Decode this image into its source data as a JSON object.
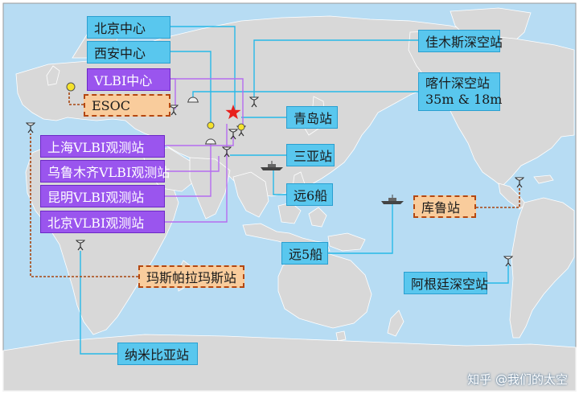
{
  "colors": {
    "ocean": "#b7dcf3",
    "land": "#d8d8d8",
    "cyan_box": "#59c7ee",
    "purple_box": "#9a55ee",
    "orange_box": "#f9cc9c",
    "cyan_line": "#27b9e8",
    "purple_line": "#b56cf0",
    "orange_line": "#a8450f"
  },
  "labels": {
    "beijing_center": "北京中心",
    "xian_center": "西安中心",
    "vlbi_center": "VLBI中心",
    "esoc": "ESOC",
    "shanghai_vlbi": "上海VLBI观测站",
    "urumqi_vlbi": "乌鲁木齐VLBI观测站",
    "kunming_vlbi": "昆明VLBI观测站",
    "beijing_vlbi": "北京VLBI观测站",
    "maspalomas": "玛斯帕拉玛斯站",
    "namibia": "纳米比亚站",
    "jiamusi": "佳木斯深空站",
    "kashi_line1": "喀什深空站",
    "kashi_line2": "35m & 18m",
    "qingdao": "青岛站",
    "sanya": "三亚站",
    "yuan6": "远6船",
    "yuan5": "远5船",
    "kourou": "库鲁站",
    "argentina": "阿根廷深空站"
  },
  "icons": {
    "antenna": "antenna-icon",
    "dome": "radome-icon",
    "ship": "ship-icon",
    "star": "star-icon",
    "center_dot": "yellow-dot-icon"
  },
  "watermark": "知乎 @我们的太空"
}
